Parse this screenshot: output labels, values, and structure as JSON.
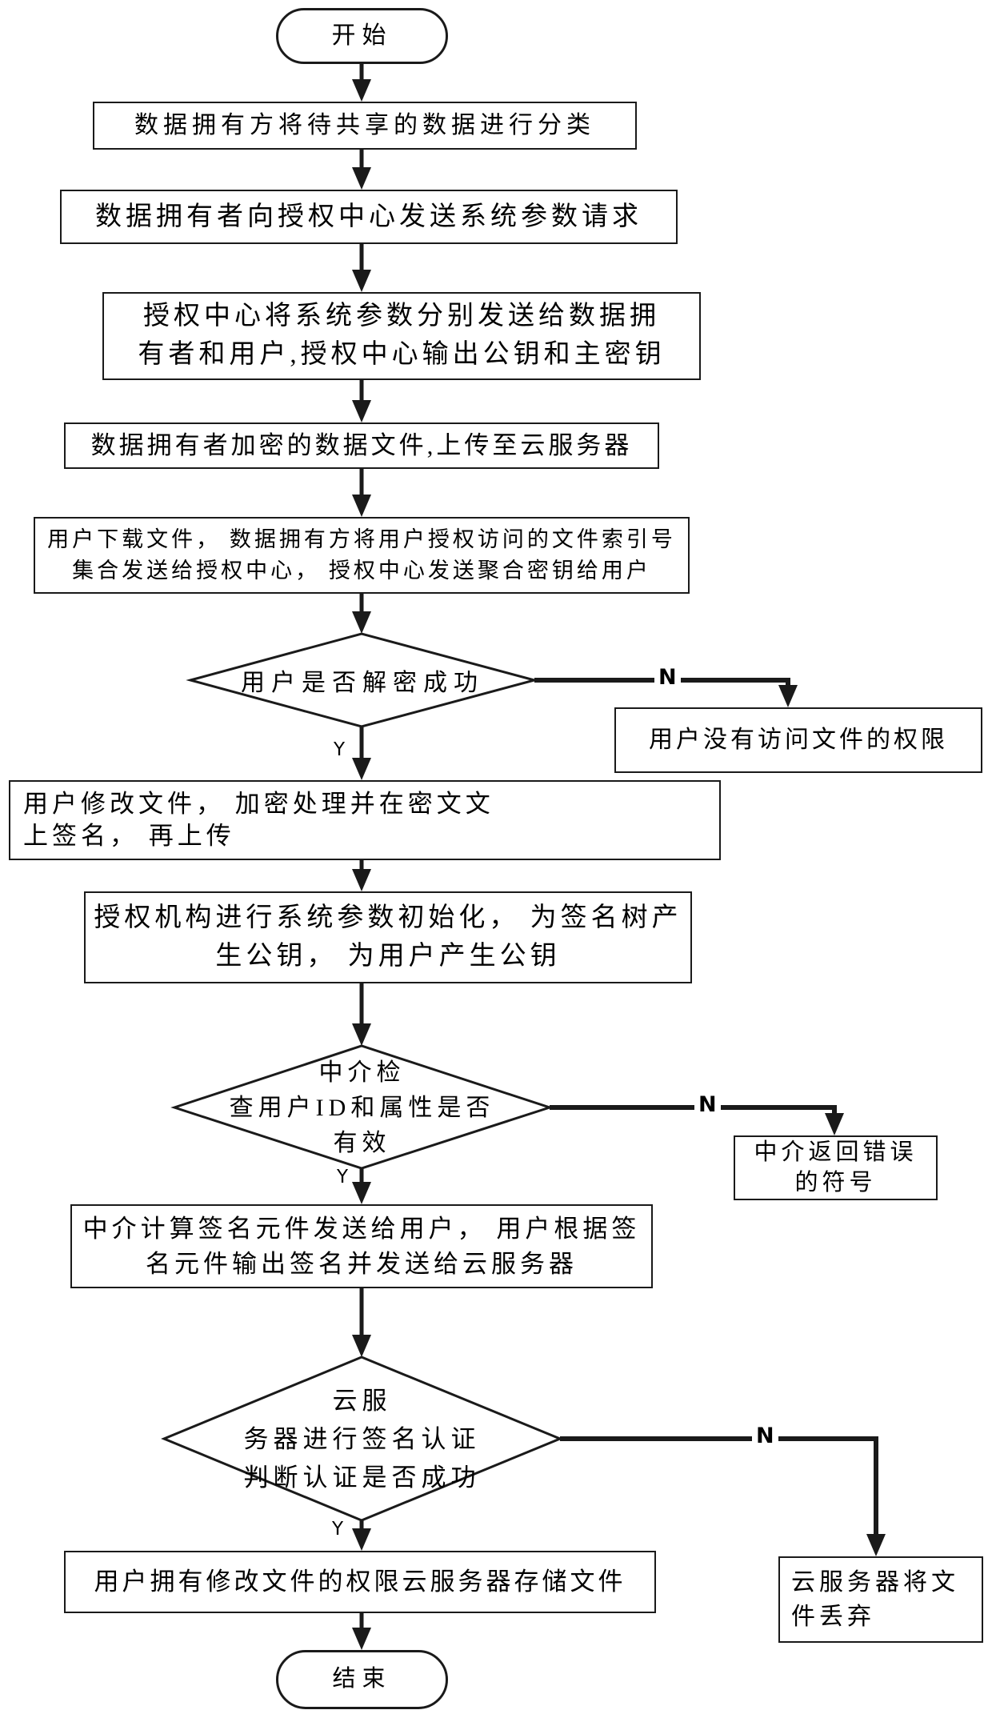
{
  "diagram": {
    "type": "flowchart",
    "background_color": "#ffffff",
    "line_color": "#1a1a1a",
    "nodes": {
      "start": {
        "shape": "terminator",
        "lines": [
          "开始"
        ]
      },
      "classify": {
        "shape": "process",
        "lines": [
          "数据拥有方将待共享的数据进行分类"
        ]
      },
      "request_params": {
        "shape": "process",
        "lines": [
          "数据拥有者向授权中心发送系统参数请求"
        ]
      },
      "distribute_params": {
        "shape": "process",
        "lines": [
          "授权中心将系统参数分别发送给数据拥",
          "有者和用户,授权中心输出公钥和主密钥"
        ]
      },
      "upload_encrypted": {
        "shape": "process",
        "lines": [
          "数据拥有者加密的数据文件,上传至云服务器"
        ]
      },
      "download_and_keys": {
        "shape": "process",
        "lines": [
          "用户下载文件， 数据拥有方将用户授权访问的文件索引号",
          "集合发送给授权中心， 授权中心发送聚合密钥给用户"
        ]
      },
      "decrypt_check": {
        "shape": "decision",
        "lines": [
          "用户是否解密成功"
        ]
      },
      "no_permission": {
        "shape": "process",
        "lines": [
          "用户没有访问文件的权限"
        ]
      },
      "modify_sign_upload": {
        "shape": "process",
        "lines": [
          "用户修改文件， 加密处理并在密文文",
          "上签名， 再上传"
        ]
      },
      "authority_init": {
        "shape": "process",
        "lines": [
          "授权机构进行系统参数初始化， 为签名树产",
          "生公钥， 为用户产生公钥"
        ]
      },
      "id_check": {
        "shape": "decision",
        "lines": [
          "中介检",
          "查用户ID和属性是否",
          "有效"
        ]
      },
      "return_error": {
        "shape": "process",
        "lines": [
          "中介返回错误",
          "的符号"
        ]
      },
      "compute_signature": {
        "shape": "process",
        "lines": [
          "中介计算签名元件发送给用户， 用户根据签",
          "名元件输出签名并发送给云服务器"
        ]
      },
      "verify_check": {
        "shape": "decision",
        "lines": [
          "云服",
          "务器进行签名认证",
          "判断认证是否成功"
        ]
      },
      "store_file": {
        "shape": "process",
        "lines": [
          "用户拥有修改文件的权限云服务器存储文件"
        ]
      },
      "discard_file": {
        "shape": "process",
        "lines": [
          "云服务器将文",
          "件丢弃"
        ]
      },
      "end": {
        "shape": "terminator",
        "lines": [
          "结束"
        ]
      }
    },
    "edge_labels": {
      "yes": "Y",
      "no": "N"
    }
  }
}
